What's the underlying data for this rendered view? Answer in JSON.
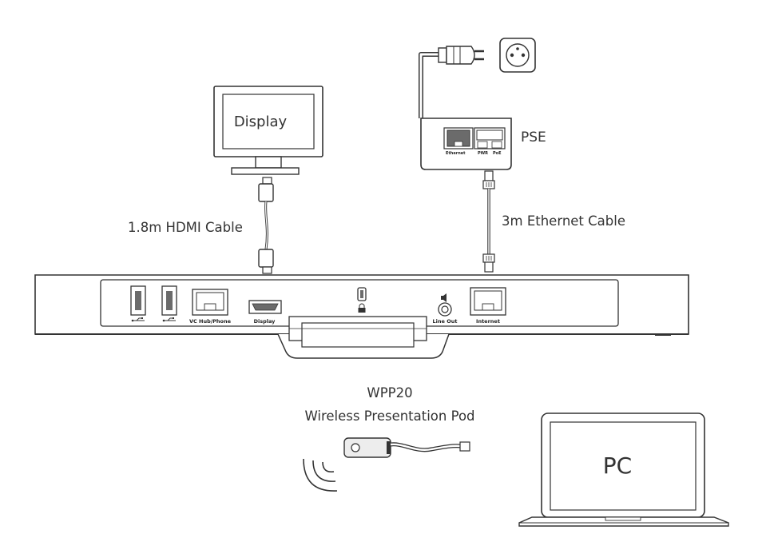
{
  "labels": {
    "display": "Display",
    "pse": "PSE",
    "hdmi_cable": "1.8m HDMI Cable",
    "ethernet_cable": "3m Ethernet Cable",
    "wpp_model": "WPP20",
    "wpp_name": "Wireless Presentation Pod",
    "pc": "PC"
  },
  "bar_ports": {
    "vc_hub": "VC Hub/Phone",
    "display": "Display",
    "line_out": "Line Out",
    "internet": "Internet"
  },
  "pse_ports": {
    "ethernet": "Ethernet",
    "pwr": "PWR",
    "poe": "PoE"
  },
  "colors": {
    "line": "#333333",
    "bar_fill": "#ffffff",
    "port_dark": "#6b6b6b",
    "pod_body": "#ededed"
  },
  "icons": [
    "usb-icon",
    "lock-icon",
    "speaker-icon",
    "wifi-wave-icon",
    "power-outlet-icon",
    "power-plug-icon"
  ]
}
